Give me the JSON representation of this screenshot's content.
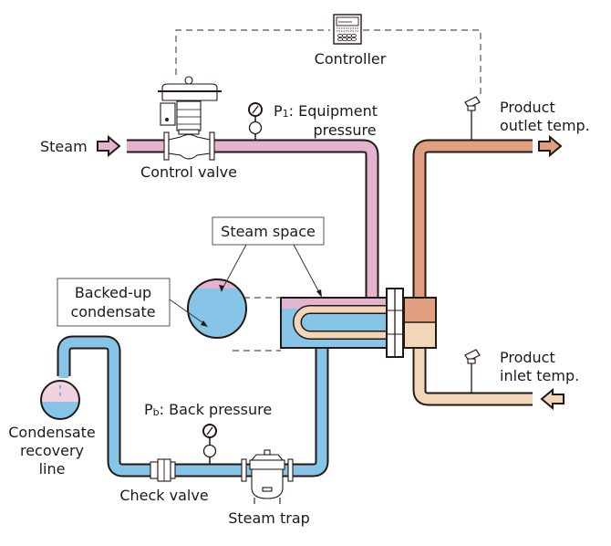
{
  "title": "Steam-heated heat exchanger with backed-up condensate",
  "colors": {
    "steam": "#e2b4d0",
    "condensate": "#86c4e8",
    "product_outlet": "#e0a080",
    "product_inlet": "#f1d6b8",
    "outline": "#231815",
    "droplet_space": "#f2d2e0"
  },
  "labels": {
    "steam": "Steam",
    "control_valve": "Control valve",
    "controller": "Controller",
    "equipment_pressure_symbol": "P",
    "equipment_pressure_sub": "1",
    "equipment_pressure_line1": ": Equipment",
    "equipment_pressure_line2": "pressure",
    "product_outlet_line1": "Product",
    "product_outlet_line2": "outlet temp.",
    "steam_space": "Steam space",
    "backed_up_line1": "Backed-up",
    "backed_up_line2": "condensate",
    "product_inlet_line1": "Product",
    "product_inlet_line2": "inlet temp.",
    "back_pressure_symbol": "P",
    "back_pressure_sub": "b",
    "back_pressure_text": ": Back pressure",
    "condensate_line1": "Condensate",
    "condensate_line2": "recovery",
    "condensate_line3": "line",
    "check_valve": "Check valve",
    "steam_trap": "Steam trap"
  },
  "icons": {
    "controller": "controller-panel-icon",
    "pressure_gauge": "pressure-gauge-icon",
    "temperature_sensor": "temperature-sensor-icon",
    "flow_arrow": "flow-arrow-icon"
  }
}
